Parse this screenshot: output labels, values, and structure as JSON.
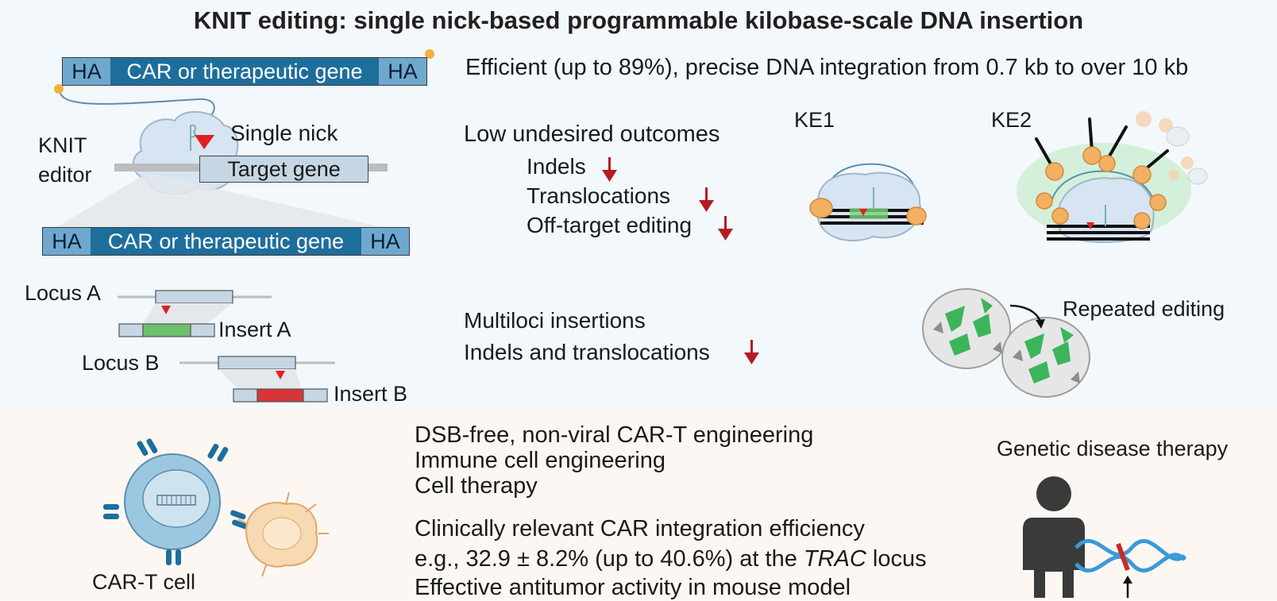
{
  "title": "KNIT editing: single nick-based programmable kilobase-scale DNA insertion",
  "donor": {
    "ha_left": "HA",
    "cargo": "CAR or therapeutic gene",
    "ha_right": "HA"
  },
  "editor": {
    "label_line1": "KNIT",
    "label_line2": "editor",
    "single_nick": "Single nick",
    "target_gene": "Target gene"
  },
  "product": {
    "ha_left": "HA",
    "cargo": "CAR or therapeutic gene",
    "ha_right": "HA"
  },
  "multiplex_diagram": {
    "locus_a": "Locus A",
    "insert_a": "Insert A",
    "locus_b": "Locus B",
    "insert_b": "Insert B"
  },
  "features": {
    "efficiency": "Efficient (up to 89%), precise DNA integration from 0.7 kb to over 10 kb",
    "low_outcomes_heading": "Low undesired outcomes",
    "low_outcomes_items": [
      "Indels",
      "Translocations",
      "Off-target editing"
    ],
    "ke1": "KE1",
    "ke2": "KE2",
    "multiloci": "Multiloci insertions",
    "multiloci_sub": "Indels and translocations",
    "repeated": "Repeated editing"
  },
  "applications": {
    "car_t_label": "CAR-T cell",
    "lines": [
      "DSB-free, non-viral CAR-T engineering",
      "Immune cell engineering",
      "Cell therapy"
    ],
    "clinical_1": "Clinically relevant CAR integration efficiency",
    "clinical_2_prefix": "e.g., 32.9 ± 8.2% (up to 40.6%) at the ",
    "clinical_2_italic": "TRAC",
    "clinical_2_suffix": " locus",
    "clinical_3": "Effective antitumor activity in mouse model",
    "genetic": "Genetic disease therapy"
  },
  "colors": {
    "dark_blue": "#1e6e9c",
    "light_blue": "#6fa8cf",
    "red": "#b51b24",
    "green": "#4caf50",
    "orange": "#f3b062"
  }
}
